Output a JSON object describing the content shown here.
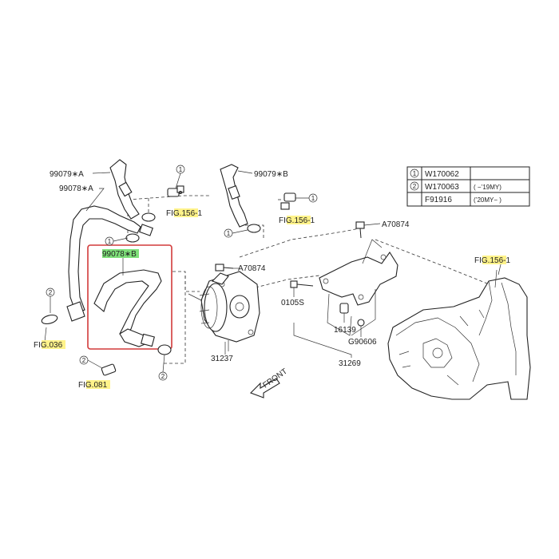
{
  "labels": {
    "l99079a": "99079∗A",
    "l99078a": "99078∗A",
    "l99079b": "99079∗B",
    "l99078b": "99078∗B",
    "fig156_top": {
      "prefix": "FI",
      "hl": "G.156",
      "suffix": "-1"
    },
    "fig156_mid": {
      "prefix": "FI",
      "hl": "G.156",
      "suffix": "-1"
    },
    "fig156_right": {
      "prefix": "FI",
      "hl": "G.156",
      "suffix": "-1"
    },
    "fig036": {
      "prefix": "FI",
      "hl": "G.036"
    },
    "fig081": {
      "prefix": "FI",
      "hl": "G.081"
    },
    "a70874_1": "A70874",
    "a70874_2": "A70874",
    "p31237": "31237",
    "p0105s": "0105S",
    "p16139": "16139",
    "g90606": "G90606",
    "p31269": "31269",
    "front": "FRONT"
  },
  "markers": {
    "one": "1",
    "two": "2"
  },
  "legend": {
    "rows": [
      {
        "marker": "1",
        "code": "W170062",
        "note": ""
      },
      {
        "marker": "2",
        "code": "W170063",
        "note": "( −’19MY)"
      },
      {
        "marker": "",
        "code": "F91916",
        "note": "(’20MY− )"
      }
    ]
  },
  "colors": {
    "highlight": "#fff38a",
    "highlight_green": "#7fe07a",
    "frame": "#d23a3a"
  }
}
